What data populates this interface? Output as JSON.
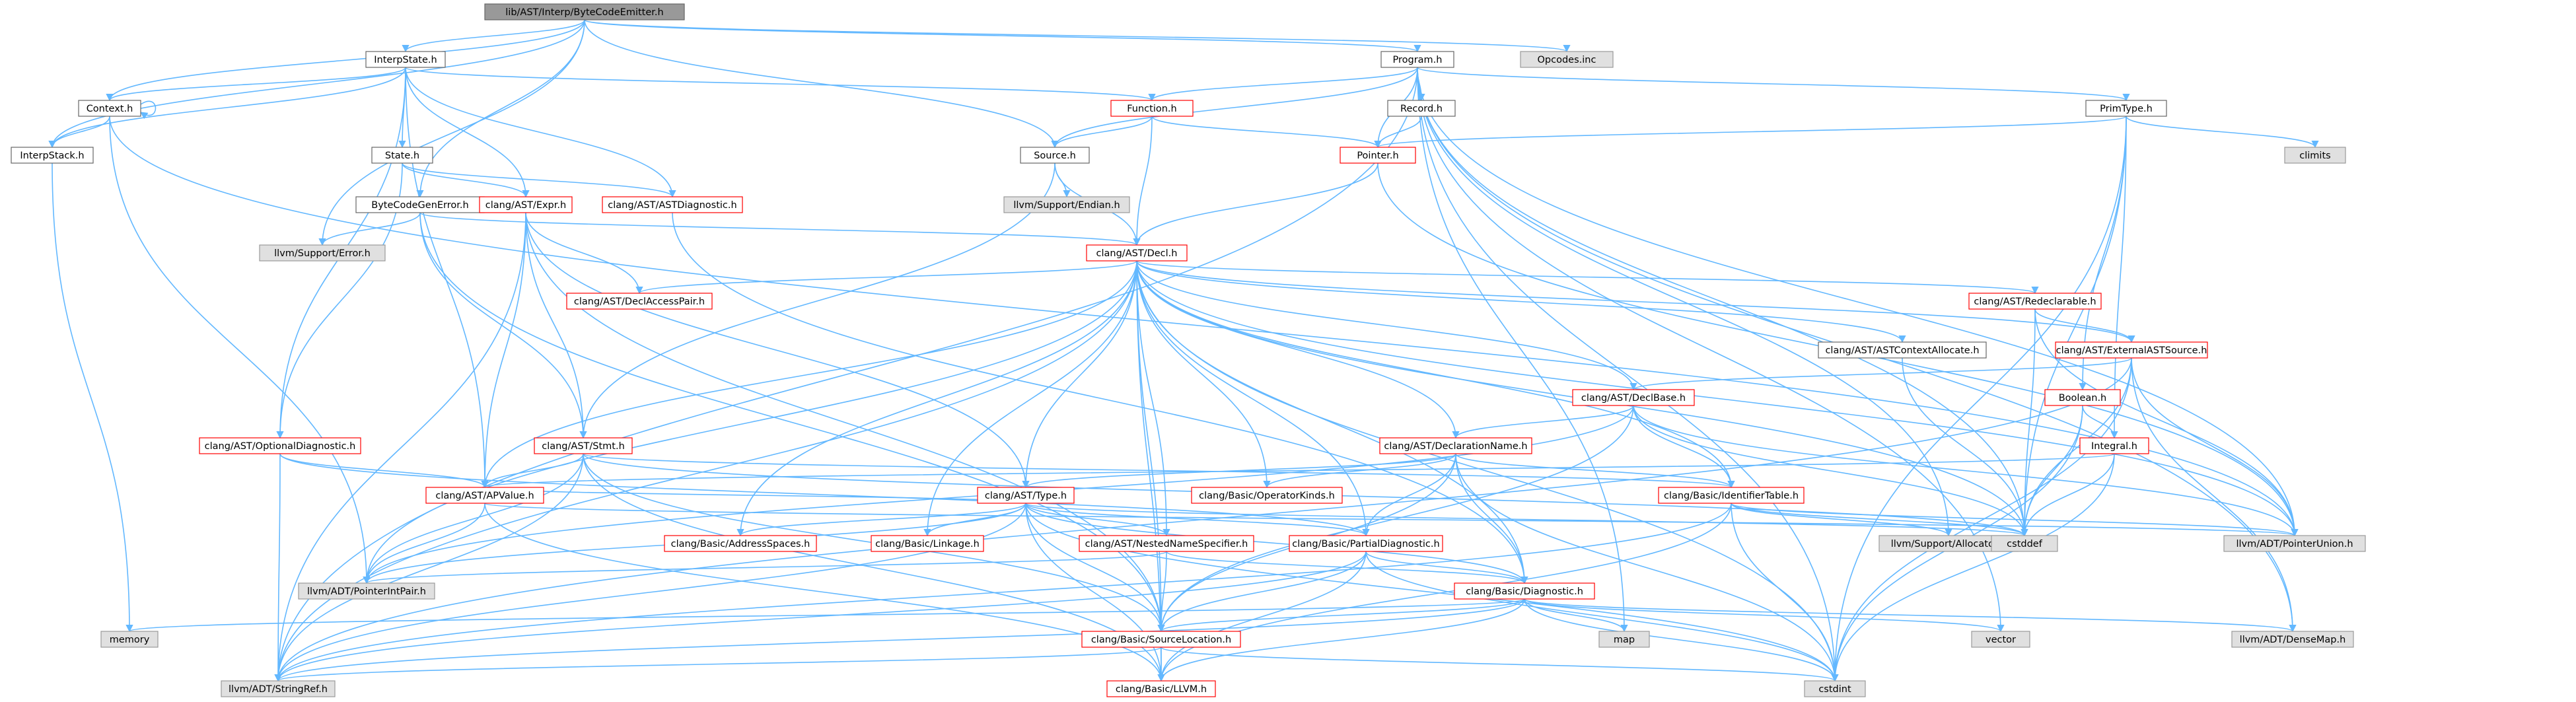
{
  "graph": {
    "nodes": [
      {
        "id": "root",
        "label": "lib/AST/Interp/ByteCodeEmitter.h",
        "kind": "root"
      },
      {
        "id": "interpstate",
        "label": "InterpState.h",
        "kind": "plain"
      },
      {
        "id": "program",
        "label": "Program.h",
        "kind": "plain"
      },
      {
        "id": "opcodes",
        "label": "Opcodes.inc",
        "kind": "gray"
      },
      {
        "id": "context",
        "label": "Context.h",
        "kind": "plain"
      },
      {
        "id": "interpstack",
        "label": "InterpStack.h",
        "kind": "plain"
      },
      {
        "id": "function",
        "label": "Function.h",
        "kind": "red"
      },
      {
        "id": "record",
        "label": "Record.h",
        "kind": "plain"
      },
      {
        "id": "primtype",
        "label": "PrimType.h",
        "kind": "plain"
      },
      {
        "id": "state",
        "label": "State.h",
        "kind": "plain"
      },
      {
        "id": "source",
        "label": "Source.h",
        "kind": "plain"
      },
      {
        "id": "pointer",
        "label": "Pointer.h",
        "kind": "red"
      },
      {
        "id": "climits",
        "label": "climits",
        "kind": "gray"
      },
      {
        "id": "bytecodegenerror",
        "label": "ByteCodeGenError.h",
        "kind": "plain"
      },
      {
        "id": "expr",
        "label": "clang/AST/Expr.h",
        "kind": "red"
      },
      {
        "id": "astdiag",
        "label": "clang/AST/ASTDiagnostic.h",
        "kind": "red"
      },
      {
        "id": "endian",
        "label": "llvm/Support/Endian.h",
        "kind": "gray"
      },
      {
        "id": "error",
        "label": "llvm/Support/Error.h",
        "kind": "gray"
      },
      {
        "id": "decl",
        "label": "clang/AST/Decl.h",
        "kind": "red"
      },
      {
        "id": "declaccesspair",
        "label": "clang/AST/DeclAccessPair.h",
        "kind": "red"
      },
      {
        "id": "redeclarable",
        "label": "clang/AST/Redeclarable.h",
        "kind": "red"
      },
      {
        "id": "astcontextallocate",
        "label": "clang/AST/ASTContextAllocate.h",
        "kind": "plain"
      },
      {
        "id": "externalastsource",
        "label": "clang/AST/ExternalASTSource.h",
        "kind": "red"
      },
      {
        "id": "declbase",
        "label": "clang/AST/DeclBase.h",
        "kind": "red"
      },
      {
        "id": "boolean",
        "label": "Boolean.h",
        "kind": "red"
      },
      {
        "id": "integral",
        "label": "Integral.h",
        "kind": "red"
      },
      {
        "id": "optionaldiag",
        "label": "clang/AST/OptionalDiagnostic.h",
        "kind": "red"
      },
      {
        "id": "stmt",
        "label": "clang/AST/Stmt.h",
        "kind": "red"
      },
      {
        "id": "declname",
        "label": "clang/AST/DeclarationName.h",
        "kind": "red"
      },
      {
        "id": "apvalue",
        "label": "clang/AST/APValue.h",
        "kind": "red"
      },
      {
        "id": "type",
        "label": "clang/AST/Type.h",
        "kind": "red"
      },
      {
        "id": "operatorkinds",
        "label": "clang/Basic/OperatorKinds.h",
        "kind": "red"
      },
      {
        "id": "identifiertable",
        "label": "clang/Basic/IdentifierTable.h",
        "kind": "red"
      },
      {
        "id": "addressspaces",
        "label": "clang/Basic/AddressSpaces.h",
        "kind": "red"
      },
      {
        "id": "linkage",
        "label": "clang/Basic/Linkage.h",
        "kind": "red"
      },
      {
        "id": "nestednamespec",
        "label": "clang/AST/NestedNameSpecifier.h",
        "kind": "red"
      },
      {
        "id": "partialdiag",
        "label": "clang/Basic/PartialDiagnostic.h",
        "kind": "red"
      },
      {
        "id": "allocator",
        "label": "llvm/Support/Allocator.h",
        "kind": "gray"
      },
      {
        "id": "cstddef",
        "label": "cstddef",
        "kind": "gray"
      },
      {
        "id": "pointerunion",
        "label": "llvm/ADT/PointerUnion.h",
        "kind": "gray"
      },
      {
        "id": "pointerintpair",
        "label": "llvm/ADT/PointerIntPair.h",
        "kind": "gray"
      },
      {
        "id": "diagnostic",
        "label": "clang/Basic/Diagnostic.h",
        "kind": "red"
      },
      {
        "id": "memory",
        "label": "memory",
        "kind": "gray"
      },
      {
        "id": "map",
        "label": "map",
        "kind": "gray"
      },
      {
        "id": "vector",
        "label": "vector",
        "kind": "gray"
      },
      {
        "id": "densemap",
        "label": "llvm/ADT/DenseMap.h",
        "kind": "gray"
      },
      {
        "id": "sourcelocation",
        "label": "clang/Basic/SourceLocation.h",
        "kind": "red"
      },
      {
        "id": "stringref",
        "label": "llvm/ADT/StringRef.h",
        "kind": "gray"
      },
      {
        "id": "llvmh",
        "label": "clang/Basic/LLVM.h",
        "kind": "red"
      },
      {
        "id": "cstdint",
        "label": "cstdint",
        "kind": "gray"
      }
    ],
    "edges": [
      [
        "root",
        "interpstate"
      ],
      [
        "root",
        "program"
      ],
      [
        "root",
        "opcodes"
      ],
      [
        "root",
        "context"
      ],
      [
        "root",
        "interpstack"
      ],
      [
        "root",
        "source"
      ],
      [
        "root",
        "bytecodegenerror"
      ],
      [
        "root",
        "error"
      ],
      [
        "interpstate",
        "context"
      ],
      [
        "interpstate",
        "interpstack"
      ],
      [
        "interpstate",
        "function"
      ],
      [
        "interpstate",
        "state"
      ],
      [
        "interpstate",
        "expr"
      ],
      [
        "interpstate",
        "astdiag"
      ],
      [
        "interpstate",
        "optionaldiag"
      ],
      [
        "interpstate",
        "apvalue"
      ],
      [
        "program",
        "function"
      ],
      [
        "program",
        "record"
      ],
      [
        "program",
        "primtype"
      ],
      [
        "program",
        "pointer"
      ],
      [
        "program",
        "source"
      ],
      [
        "program",
        "stringref"
      ],
      [
        "program",
        "cstddef"
      ],
      [
        "program",
        "vector"
      ],
      [
        "program",
        "map"
      ],
      [
        "program",
        "densemap"
      ],
      [
        "program",
        "allocator"
      ],
      [
        "program",
        "pointerunion"
      ],
      [
        "program",
        "cstdint"
      ],
      [
        "context",
        "interpstack"
      ],
      [
        "context",
        "context"
      ],
      [
        "context",
        "pointerintpair"
      ],
      [
        "context",
        "pointerunion"
      ],
      [
        "interpstack",
        "memory"
      ],
      [
        "function",
        "source"
      ],
      [
        "function",
        "pointer"
      ],
      [
        "function",
        "decl"
      ],
      [
        "record",
        "pointer"
      ],
      [
        "primtype",
        "pointer"
      ],
      [
        "primtype",
        "climits"
      ],
      [
        "primtype",
        "boolean"
      ],
      [
        "primtype",
        "integral"
      ],
      [
        "primtype",
        "cstddef"
      ],
      [
        "primtype",
        "cstdint"
      ],
      [
        "state",
        "expr"
      ],
      [
        "state",
        "astdiag"
      ],
      [
        "state",
        "optionaldiag"
      ],
      [
        "source",
        "endian"
      ],
      [
        "source",
        "decl"
      ],
      [
        "source",
        "stmt"
      ],
      [
        "pointer",
        "decl"
      ],
      [
        "pointer",
        "pointerunion"
      ],
      [
        "bytecodegenerror",
        "error"
      ],
      [
        "bytecodegenerror",
        "decl"
      ],
      [
        "bytecodegenerror",
        "stmt"
      ],
      [
        "bytecodegenerror",
        "sourcelocation"
      ],
      [
        "expr",
        "declaccesspair"
      ],
      [
        "expr",
        "stmt"
      ],
      [
        "expr",
        "apvalue"
      ],
      [
        "expr",
        "type"
      ],
      [
        "expr",
        "sourcelocation"
      ],
      [
        "expr",
        "stringref"
      ],
      [
        "astdiag",
        "diagnostic"
      ],
      [
        "decl",
        "declaccesspair"
      ],
      [
        "decl",
        "redeclarable"
      ],
      [
        "decl",
        "astcontextallocate"
      ],
      [
        "decl",
        "externalastsource"
      ],
      [
        "decl",
        "declbase"
      ],
      [
        "decl",
        "declname"
      ],
      [
        "decl",
        "apvalue"
      ],
      [
        "decl",
        "type"
      ],
      [
        "decl",
        "operatorkinds"
      ],
      [
        "decl",
        "identifiertable"
      ],
      [
        "decl",
        "addressspaces"
      ],
      [
        "decl",
        "linkage"
      ],
      [
        "decl",
        "nestednamespec"
      ],
      [
        "decl",
        "partialdiag"
      ],
      [
        "decl",
        "cstddef"
      ],
      [
        "decl",
        "pointerunion"
      ],
      [
        "decl",
        "pointerintpair"
      ],
      [
        "decl",
        "diagnostic"
      ],
      [
        "decl",
        "sourcelocation"
      ],
      [
        "decl",
        "stringref"
      ],
      [
        "decl",
        "llvmh"
      ],
      [
        "decl",
        "cstdint"
      ],
      [
        "redeclarable",
        "externalastsource"
      ],
      [
        "redeclarable",
        "cstddef"
      ],
      [
        "redeclarable",
        "pointerunion"
      ],
      [
        "astcontextallocate",
        "cstddef"
      ],
      [
        "externalastsource",
        "declbase"
      ],
      [
        "externalastsource",
        "cstddef"
      ],
      [
        "externalastsource",
        "pointerunion"
      ],
      [
        "externalastsource",
        "densemap"
      ],
      [
        "externalastsource",
        "stringref"
      ],
      [
        "externalastsource",
        "cstdint"
      ],
      [
        "declbase",
        "declname"
      ],
      [
        "declbase",
        "identifiertable"
      ],
      [
        "declbase",
        "cstddef"
      ],
      [
        "declbase",
        "pointerunion"
      ],
      [
        "declbase",
        "sourcelocation"
      ],
      [
        "declbase",
        "pointerintpair"
      ],
      [
        "boolean",
        "integral"
      ],
      [
        "boolean",
        "cstddef"
      ],
      [
        "boolean",
        "cstdint"
      ],
      [
        "integral",
        "apvalue"
      ],
      [
        "integral",
        "cstddef"
      ],
      [
        "integral",
        "cstdint"
      ],
      [
        "optionaldiag",
        "apvalue"
      ],
      [
        "optionaldiag",
        "partialdiag"
      ],
      [
        "optionaldiag",
        "stringref"
      ],
      [
        "stmt",
        "apvalue"
      ],
      [
        "stmt",
        "pointerintpair"
      ],
      [
        "stmt",
        "sourcelocation"
      ],
      [
        "stmt",
        "identifiertable"
      ],
      [
        "stmt",
        "stringref"
      ],
      [
        "stmt",
        "llvmh"
      ],
      [
        "stmt",
        "cstddef"
      ],
      [
        "declname",
        "operatorkinds"
      ],
      [
        "declname",
        "identifiertable"
      ],
      [
        "declname",
        "partialdiag"
      ],
      [
        "declname",
        "sourcelocation"
      ],
      [
        "declname",
        "type"
      ],
      [
        "declname",
        "diagnostic"
      ],
      [
        "declname",
        "cstdint"
      ],
      [
        "apvalue",
        "pointerintpair"
      ],
      [
        "apvalue",
        "pointerunion"
      ],
      [
        "apvalue",
        "llvmh"
      ],
      [
        "type",
        "addressspaces"
      ],
      [
        "type",
        "linkage"
      ],
      [
        "type",
        "nestednamespec"
      ],
      [
        "type",
        "partialdiag"
      ],
      [
        "type",
        "diagnostic"
      ],
      [
        "type",
        "sourcelocation"
      ],
      [
        "type",
        "pointerintpair"
      ],
      [
        "type",
        "stringref"
      ],
      [
        "type",
        "llvmh"
      ],
      [
        "type",
        "cstddef"
      ],
      [
        "type",
        "cstdint"
      ],
      [
        "type",
        "apvalue"
      ],
      [
        "identifiertable",
        "allocator"
      ],
      [
        "identifiertable",
        "cstddef"
      ],
      [
        "identifiertable",
        "cstdint"
      ],
      [
        "identifiertable",
        "stringref"
      ],
      [
        "identifiertable",
        "llvmh"
      ],
      [
        "identifiertable",
        "pointerunion"
      ],
      [
        "nestednamespec",
        "diagnostic"
      ],
      [
        "nestednamespec",
        "sourcelocation"
      ],
      [
        "nestednamespec",
        "pointerintpair"
      ],
      [
        "partialdiag",
        "diagnostic"
      ],
      [
        "partialdiag",
        "sourcelocation"
      ],
      [
        "partialdiag",
        "llvmh"
      ],
      [
        "partialdiag",
        "stringref"
      ],
      [
        "partialdiag",
        "cstdint"
      ],
      [
        "diagnostic",
        "sourcelocation"
      ],
      [
        "diagnostic",
        "memory"
      ],
      [
        "diagnostic",
        "map"
      ],
      [
        "diagnostic",
        "vector"
      ],
      [
        "diagnostic",
        "densemap"
      ],
      [
        "diagnostic",
        "stringref"
      ],
      [
        "diagnostic",
        "llvmh"
      ],
      [
        "diagnostic",
        "cstdint"
      ],
      [
        "sourcelocation",
        "stringref"
      ],
      [
        "sourcelocation",
        "llvmh"
      ],
      [
        "sourcelocation",
        "cstdint"
      ]
    ]
  }
}
